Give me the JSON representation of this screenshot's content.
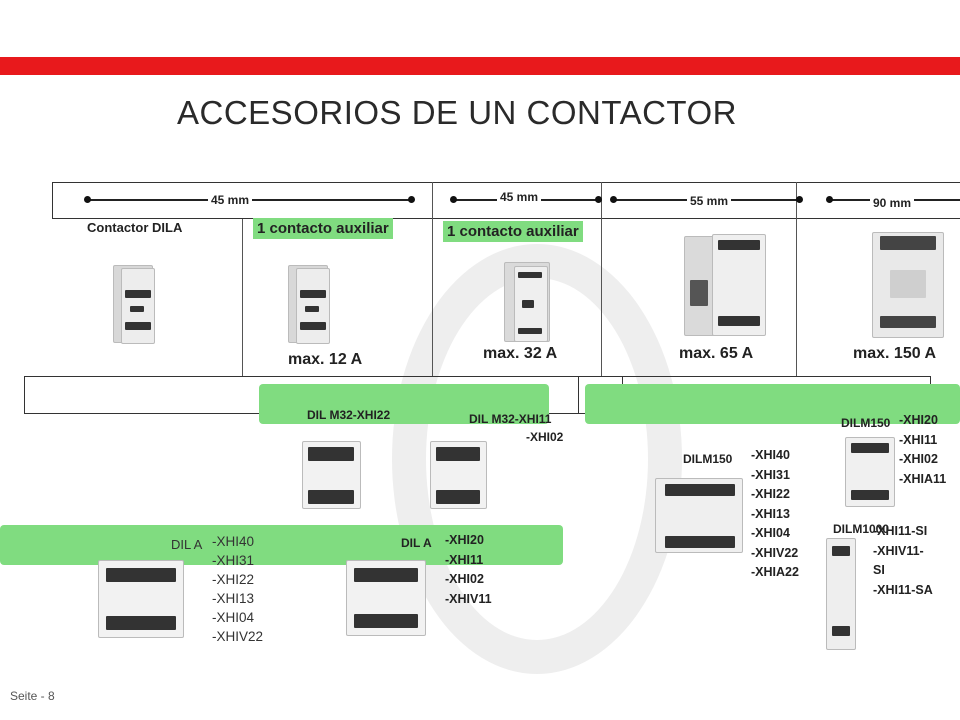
{
  "title": "ACCESORIOS DE UN CONTACTOR",
  "dimensions": [
    "45 mm",
    "45 mm",
    "55 mm",
    "90 mm"
  ],
  "contactor_label": "Contactor DILA",
  "aux_labels": [
    "1 contacto auxiliar",
    "1 contacto auxiliar"
  ],
  "max_labels": [
    "max. 12 A",
    "max. 32 A",
    "max. 65 A",
    "max. 150 A"
  ],
  "accessories": {
    "dilm32_xhi22": "DIL M32-XHI22",
    "dilm32_xhi11": "DIL M32-XHI11",
    "dilm32_xhi02": "-XHI02",
    "dila_left_prefix": "DIL A",
    "dila_left_items": [
      "-XHI40",
      "-XHI31",
      "-XHI22",
      "-XHI13",
      "-XHI04",
      "-XHIV22"
    ],
    "dila_mid_prefix": "DIL A",
    "dila_mid_items": [
      "-XHI20",
      "-XHI11",
      "-XHI02",
      "-XHIV11"
    ],
    "dilm150_label": "DILM150",
    "dilm150_items": [
      "-XHI40",
      "-XHI31",
      "-XHI22",
      "-XHI13",
      "-XHI04",
      "-XHIV22",
      "-XHIA22"
    ],
    "dilm150_top_label": "DILM150",
    "dilm150_top_items": [
      "-XHI20",
      "-XHI11",
      "-XHI02",
      "-XHIA11"
    ],
    "dilm1000_label": "DILM1000",
    "dilm1000_items": [
      "-XHI11-SI",
      "-XHIV11-",
      "SI",
      "-XHI11-SA"
    ]
  },
  "footer": "Seite - 8",
  "colors": {
    "red_bar": "#e8191c",
    "green": "#80dc80"
  }
}
